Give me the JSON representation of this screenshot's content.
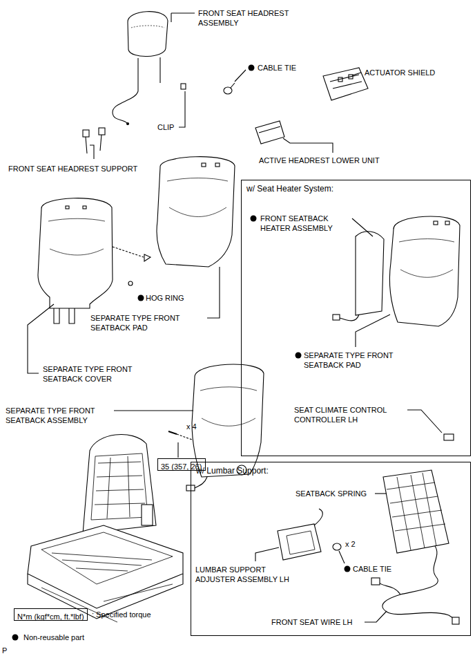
{
  "diagram": {
    "nodes": [
      {
        "text": [
          "w/ Seat Heater System:"
        ]
      },
      {
        "text": [
          "w/ Lumbar Support:"
        ]
      },
      {
        "text": [
          "35 (357, 26)"
        ]
      },
      {
        "text": [
          "N*m (kgf*cm, ft.*lbf)"
        ]
      }
    ],
    "labels": [
      "FRONT SEAT HEADREST ASSEMBLY",
      "CABLE TIE",
      "ACTUATOR SHIELD",
      "CLIP",
      "ACTIVE HEADREST LOWER UNIT",
      "FRONT SEAT HEADREST SUPPORT",
      "HOG RING",
      "SEPARATE TYPE FRONT SEATBACK PAD",
      "SEPARATE TYPE FRONT SEATBACK COVER",
      "FRONT SEATBACK HEATER ASSEMBLY",
      "SEPARATE TYPE FRONT SEATBACK PAD",
      "SEAT CLIMATE CONTROL CONTROLLER LH",
      "SEPARATE TYPE FRONT SEATBACK ASSEMBLY",
      "x 4",
      "SEATBACK SPRING",
      "x 2",
      "LUMBAR SUPPORT ADJUSTER ASSEMBLY LH",
      "CABLE TIE",
      "FRONT SEAT WIRE LH",
      "P"
    ],
    "legend": [
      {
        "text": ": Specified torque"
      },
      {
        "text": "Non-reusable part"
      }
    ]
  }
}
